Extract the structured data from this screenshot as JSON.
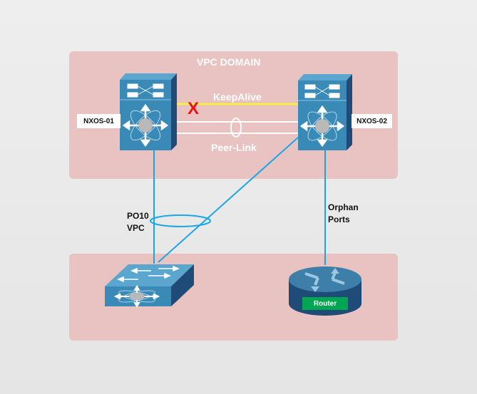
{
  "diagram": {
    "domain_title": "VPC DOMAIN",
    "switches": [
      {
        "id": "nxos-01",
        "label": "NXOS-01"
      },
      {
        "id": "nxos-02",
        "label": "NXOS-02"
      }
    ],
    "links": {
      "keepalive": {
        "label": "KeepAlive",
        "status": "down",
        "status_mark": "X",
        "color": "#ffff00"
      },
      "peer_link": {
        "label": "Peer-Link",
        "color": "#ffffff"
      },
      "po10": {
        "label_line1": "PO10",
        "label_line2": "VPC",
        "color": "#1aa6e6"
      },
      "orphan": {
        "label_line1": "Orphan",
        "label_line2": "Ports",
        "color": "#1aa6e6"
      }
    },
    "access_switch": {
      "label": ""
    },
    "router": {
      "label": "Router",
      "badge_color": "#00a651"
    },
    "colors": {
      "zone_fill": "#e8c3c1",
      "device_blue": "#3a8ab8",
      "device_dark": "#1f4b78",
      "x_mark": "#ee1111"
    }
  }
}
